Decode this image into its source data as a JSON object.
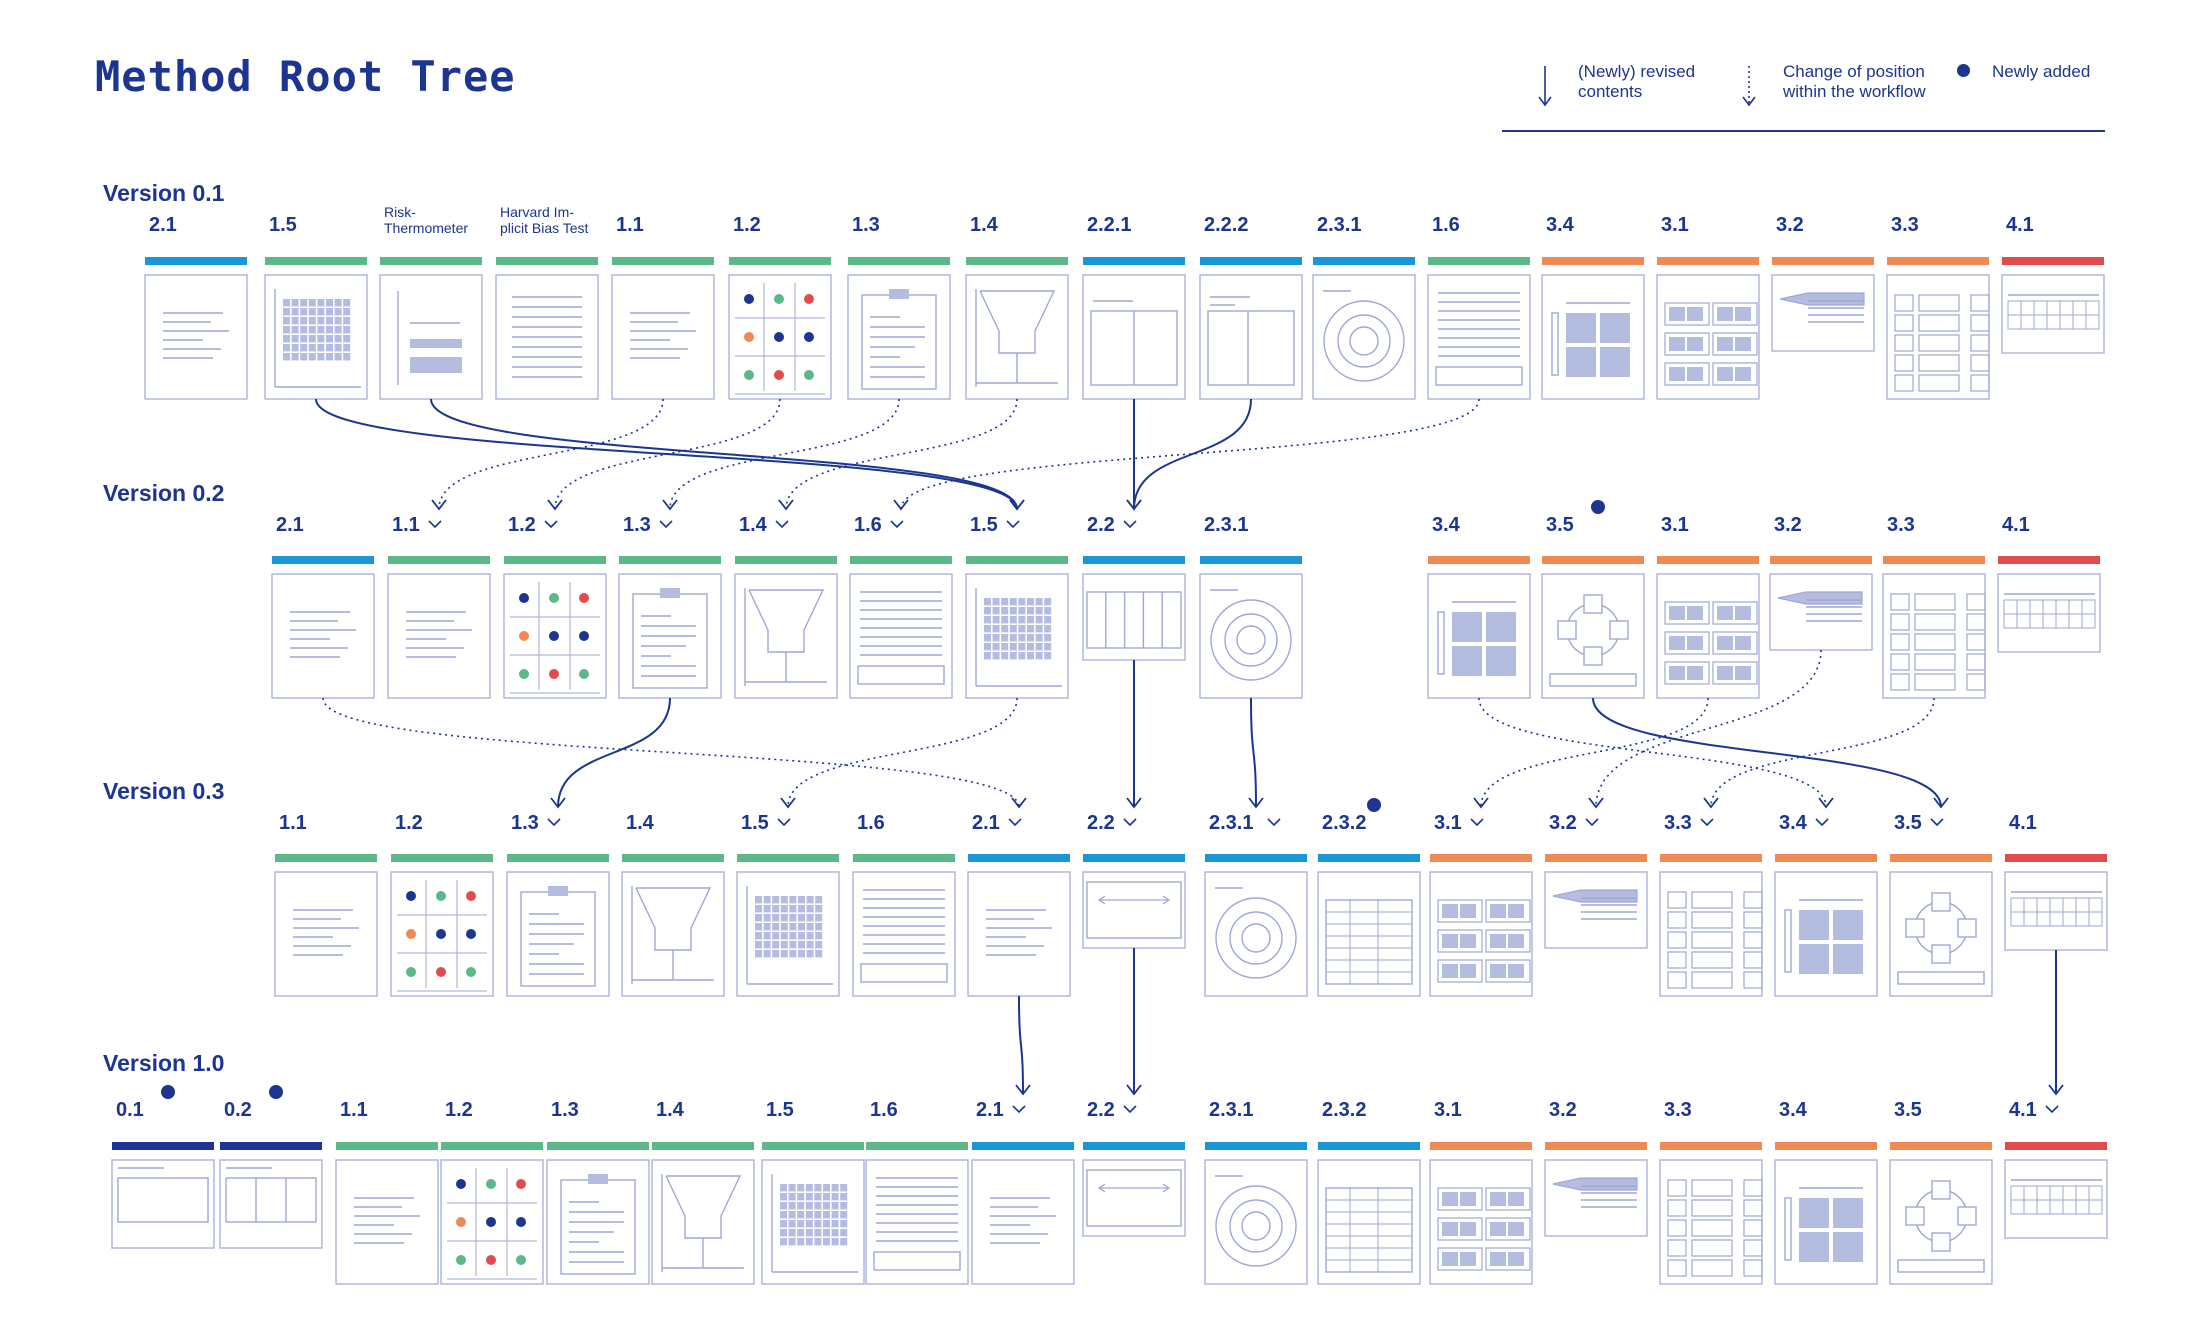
{
  "title": "Method Root Tree",
  "legend": {
    "revised": [
      "(Newly) revised",
      "contents"
    ],
    "moved": [
      "Change of position",
      "within the workflow"
    ],
    "added": "Newly added"
  },
  "colors": {
    "navy": "#1b3591",
    "blue": "#1a96d6",
    "green": "#5cb88a",
    "orange": "#ee8a52",
    "red": "#e24b4b",
    "sketch": "#9ea7d6",
    "sketchFill": "#b4bde0"
  },
  "versions": [
    {
      "label": "Version 0.1",
      "cards": [
        {
          "id": "2.1",
          "label": "2.1",
          "color": "blue",
          "icon": "text"
        },
        {
          "id": "1.5",
          "label": "1.5",
          "color": "green",
          "icon": "grid-chart"
        },
        {
          "id": "risk",
          "label": "Risk- Thermometer",
          "color": "green",
          "icon": "thermo"
        },
        {
          "id": "harvard",
          "label": "Harvard Im- plicit Bias Test",
          "color": "green",
          "icon": "lines"
        },
        {
          "id": "1.1",
          "label": "1.1",
          "color": "green",
          "icon": "text"
        },
        {
          "id": "1.2",
          "label": "1.2",
          "color": "green",
          "icon": "shapes"
        },
        {
          "id": "1.3",
          "label": "1.3",
          "color": "green",
          "icon": "clipboard"
        },
        {
          "id": "1.4",
          "label": "1.4",
          "color": "green",
          "icon": "funnel"
        },
        {
          "id": "2.2.1",
          "label": "2.2.1",
          "color": "blue",
          "icon": "columns"
        },
        {
          "id": "2.2.2",
          "label": "2.2.2",
          "color": "blue",
          "icon": "columns2"
        },
        {
          "id": "2.3.1",
          "label": "2.3.1",
          "color": "blue",
          "icon": "target"
        },
        {
          "id": "1.6",
          "label": "1.6",
          "color": "green",
          "icon": "form"
        },
        {
          "id": "3.4",
          "label": "3.4",
          "color": "orange",
          "icon": "quad"
        },
        {
          "id": "3.1",
          "label": "3.1",
          "color": "orange",
          "icon": "boxes"
        },
        {
          "id": "3.2",
          "label": "3.2",
          "color": "orange",
          "icon": "arrow"
        },
        {
          "id": "3.3",
          "label": "3.3",
          "color": "orange",
          "icon": "table"
        },
        {
          "id": "4.1",
          "label": "4.1",
          "color": "red",
          "icon": "calendar"
        }
      ]
    },
    {
      "label": "Version 0.2",
      "cards": [
        {
          "id": "2.1",
          "label": "2.1",
          "color": "blue",
          "icon": "text"
        },
        {
          "id": "1.1",
          "label": "1.1",
          "color": "green",
          "icon": "text",
          "marker": "moved"
        },
        {
          "id": "1.2",
          "label": "1.2",
          "color": "green",
          "icon": "shapes",
          "marker": "moved"
        },
        {
          "id": "1.3",
          "label": "1.3",
          "color": "green",
          "icon": "clipboard",
          "marker": "moved"
        },
        {
          "id": "1.4",
          "label": "1.4",
          "color": "green",
          "icon": "funnel",
          "marker": "moved"
        },
        {
          "id": "1.6",
          "label": "1.6",
          "color": "green",
          "icon": "form",
          "marker": "moved"
        },
        {
          "id": "1.5",
          "label": "1.5",
          "color": "green",
          "icon": "grid-chart",
          "marker": "revised"
        },
        {
          "id": "2.2",
          "label": "2.2",
          "color": "blue",
          "icon": "stripes",
          "marker": "revised"
        },
        {
          "id": "2.3.1",
          "label": "2.3.1",
          "color": "blue",
          "icon": "target"
        },
        {
          "id": "3.4",
          "label": "3.4",
          "color": "orange",
          "icon": "quad"
        },
        {
          "id": "3.5",
          "label": "3.5",
          "color": "orange",
          "icon": "cycle",
          "dot": true
        },
        {
          "id": "3.1",
          "label": "3.1",
          "color": "orange",
          "icon": "boxes"
        },
        {
          "id": "3.2",
          "label": "3.2",
          "color": "orange",
          "icon": "arrow"
        },
        {
          "id": "3.3",
          "label": "3.3",
          "color": "orange",
          "icon": "table"
        },
        {
          "id": "4.1",
          "label": "4.1",
          "color": "red",
          "icon": "calendar"
        }
      ]
    },
    {
      "label": "Version 0.3",
      "cards": [
        {
          "id": "1.1",
          "label": "1.1",
          "color": "green",
          "icon": "text"
        },
        {
          "id": "1.2",
          "label": "1.2",
          "color": "green",
          "icon": "shapes"
        },
        {
          "id": "1.3",
          "label": "1.3",
          "color": "green",
          "icon": "clipboard",
          "marker": "revised"
        },
        {
          "id": "1.4",
          "label": "1.4",
          "color": "green",
          "icon": "funnel"
        },
        {
          "id": "1.5",
          "label": "1.5",
          "color": "green",
          "icon": "grid-chart",
          "marker": "moved"
        },
        {
          "id": "1.6",
          "label": "1.6",
          "color": "green",
          "icon": "form"
        },
        {
          "id": "2.1",
          "label": "2.1",
          "color": "blue",
          "icon": "text",
          "marker": "moved"
        },
        {
          "id": "2.2",
          "label": "2.2",
          "color": "blue",
          "icon": "hbar",
          "marker": "revised"
        },
        {
          "id": "2.3.1",
          "label": "2.3.1",
          "color": "blue",
          "icon": "target",
          "marker": "revised"
        },
        {
          "id": "2.3.2",
          "label": "2.3.2",
          "color": "blue",
          "icon": "table2",
          "dot": true
        },
        {
          "id": "3.1",
          "label": "3.1",
          "color": "orange",
          "icon": "boxes",
          "marker": "moved"
        },
        {
          "id": "3.2",
          "label": "3.2",
          "color": "orange",
          "icon": "arrow",
          "marker": "moved"
        },
        {
          "id": "3.3",
          "label": "3.3",
          "color": "orange",
          "icon": "table",
          "marker": "moved"
        },
        {
          "id": "3.4",
          "label": "3.4",
          "color": "orange",
          "icon": "quad",
          "marker": "moved"
        },
        {
          "id": "3.5",
          "label": "3.5",
          "color": "orange",
          "icon": "cycle",
          "marker": "revised"
        },
        {
          "id": "4.1",
          "label": "4.1",
          "color": "red",
          "icon": "calendar"
        }
      ]
    },
    {
      "label": "Version 1.0",
      "cards": [
        {
          "id": "0.1",
          "label": "0.1",
          "color": "navy",
          "icon": "frame",
          "dot": true
        },
        {
          "id": "0.2",
          "label": "0.2",
          "color": "navy",
          "icon": "frame2",
          "dot": true
        },
        {
          "id": "1.1",
          "label": "1.1",
          "color": "green",
          "icon": "text"
        },
        {
          "id": "1.2",
          "label": "1.2",
          "color": "green",
          "icon": "shapes"
        },
        {
          "id": "1.3",
          "label": "1.3",
          "color": "green",
          "icon": "clipboard"
        },
        {
          "id": "1.4",
          "label": "1.4",
          "color": "green",
          "icon": "funnel"
        },
        {
          "id": "1.5",
          "label": "1.5",
          "color": "green",
          "icon": "grid-chart"
        },
        {
          "id": "1.6",
          "label": "1.6",
          "color": "green",
          "icon": "form"
        },
        {
          "id": "2.1",
          "label": "2.1",
          "color": "blue",
          "icon": "text",
          "marker": "revised"
        },
        {
          "id": "2.2",
          "label": "2.2",
          "color": "blue",
          "icon": "hbar",
          "marker": "revised"
        },
        {
          "id": "2.3.1",
          "label": "2.3.1",
          "color": "blue",
          "icon": "target"
        },
        {
          "id": "2.3.2",
          "label": "2.3.2",
          "color": "blue",
          "icon": "table2"
        },
        {
          "id": "3.1",
          "label": "3.1",
          "color": "orange",
          "icon": "boxes"
        },
        {
          "id": "3.2",
          "label": "3.2",
          "color": "orange",
          "icon": "arrow"
        },
        {
          "id": "3.3",
          "label": "3.3",
          "color": "orange",
          "icon": "table"
        },
        {
          "id": "3.4",
          "label": "3.4",
          "color": "orange",
          "icon": "quad"
        },
        {
          "id": "3.5",
          "label": "3.5",
          "color": "orange",
          "icon": "cycle"
        },
        {
          "id": "4.1",
          "label": "4.1",
          "color": "red",
          "icon": "calendar",
          "marker": "revised"
        }
      ]
    }
  ],
  "connections": [
    {
      "from": [
        0,
        "1.5"
      ],
      "to": [
        1,
        "1.5"
      ],
      "style": "solid"
    },
    {
      "from": [
        0,
        "risk"
      ],
      "to": [
        1,
        "1.5"
      ],
      "style": "solid"
    },
    {
      "from": [
        0,
        "1.1"
      ],
      "to": [
        1,
        "1.1"
      ],
      "style": "dotted"
    },
    {
      "from": [
        0,
        "1.2"
      ],
      "to": [
        1,
        "1.2"
      ],
      "style": "dotted"
    },
    {
      "from": [
        0,
        "1.3"
      ],
      "to": [
        1,
        "1.3"
      ],
      "style": "dotted"
    },
    {
      "from": [
        0,
        "1.4"
      ],
      "to": [
        1,
        "1.4"
      ],
      "style": "dotted"
    },
    {
      "from": [
        0,
        "1.6"
      ],
      "to": [
        1,
        "1.6"
      ],
      "style": "dotted"
    },
    {
      "from": [
        0,
        "2.2.1"
      ],
      "to": [
        1,
        "2.2"
      ],
      "style": "solid"
    },
    {
      "from": [
        0,
        "2.2.2"
      ],
      "to": [
        1,
        "2.2"
      ],
      "style": "solid"
    },
    {
      "from": [
        1,
        "1.3"
      ],
      "to": [
        2,
        "1.3"
      ],
      "style": "solid"
    },
    {
      "from": [
        1,
        "2.1"
      ],
      "to": [
        2,
        "2.1"
      ],
      "style": "dotted"
    },
    {
      "from": [
        1,
        "1.5"
      ],
      "to": [
        2,
        "1.5"
      ],
      "style": "dotted"
    },
    {
      "from": [
        1,
        "2.2"
      ],
      "to": [
        2,
        "2.2"
      ],
      "style": "solid"
    },
    {
      "from": [
        1,
        "2.3.1"
      ],
      "to": [
        2,
        "2.3.1"
      ],
      "style": "solid"
    },
    {
      "from": [
        1,
        "3.4"
      ],
      "to": [
        2,
        "3.4"
      ],
      "style": "dotted"
    },
    {
      "from": [
        1,
        "3.5"
      ],
      "to": [
        2,
        "3.5"
      ],
      "style": "solid"
    },
    {
      "from": [
        1,
        "3.1"
      ],
      "to": [
        2,
        "3.1"
      ],
      "style": "dotted"
    },
    {
      "from": [
        1,
        "3.2"
      ],
      "to": [
        2,
        "3.2"
      ],
      "style": "dotted"
    },
    {
      "from": [
        1,
        "3.3"
      ],
      "to": [
        2,
        "3.3"
      ],
      "style": "dotted"
    },
    {
      "from": [
        2,
        "2.1"
      ],
      "to": [
        3,
        "2.1"
      ],
      "style": "solid"
    },
    {
      "from": [
        2,
        "2.2"
      ],
      "to": [
        3,
        "2.2"
      ],
      "style": "solid"
    },
    {
      "from": [
        2,
        "4.1"
      ],
      "to": [
        3,
        "4.1"
      ],
      "style": "solid"
    }
  ]
}
